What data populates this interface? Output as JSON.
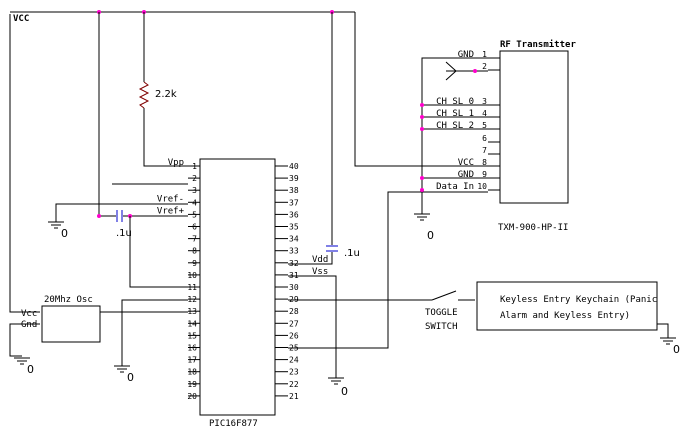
{
  "colors": {
    "wire": "#000000",
    "junction": "#ff00cc",
    "resistor": "#800000",
    "capacitor": "#0000cc"
  },
  "net_vcc": "VCC",
  "gnd_label": "0",
  "resistor": {
    "value": "2.2k"
  },
  "cap_left": {
    "value": ".1u"
  },
  "cap_right": {
    "value": ".1u"
  },
  "pic": {
    "name": "PIC16F877",
    "left_pins": [
      {
        "num": "1",
        "label": "Vpp"
      },
      {
        "num": "2",
        "label": ""
      },
      {
        "num": "3",
        "label": ""
      },
      {
        "num": "4",
        "label": "Vref-"
      },
      {
        "num": "5",
        "label": "Vref+"
      },
      {
        "num": "6",
        "label": ""
      },
      {
        "num": "7",
        "label": ""
      },
      {
        "num": "8",
        "label": ""
      },
      {
        "num": "9",
        "label": ""
      },
      {
        "num": "10",
        "label": ""
      },
      {
        "num": "11",
        "label": ""
      },
      {
        "num": "12",
        "label": ""
      },
      {
        "num": "13",
        "label": ""
      },
      {
        "num": "14",
        "label": ""
      },
      {
        "num": "15",
        "label": ""
      },
      {
        "num": "16",
        "label": ""
      },
      {
        "num": "17",
        "label": ""
      },
      {
        "num": "18",
        "label": ""
      },
      {
        "num": "19",
        "label": ""
      },
      {
        "num": "20",
        "label": ""
      }
    ],
    "right_pins": [
      {
        "num": "40",
        "label": ""
      },
      {
        "num": "39",
        "label": ""
      },
      {
        "num": "38",
        "label": ""
      },
      {
        "num": "37",
        "label": ""
      },
      {
        "num": "36",
        "label": ""
      },
      {
        "num": "35",
        "label": ""
      },
      {
        "num": "34",
        "label": ""
      },
      {
        "num": "33",
        "label": ""
      },
      {
        "num": "32",
        "label": "Vdd"
      },
      {
        "num": "31",
        "label": "Vss"
      },
      {
        "num": "30",
        "label": ""
      },
      {
        "num": "29",
        "label": ""
      },
      {
        "num": "28",
        "label": ""
      },
      {
        "num": "27",
        "label": ""
      },
      {
        "num": "26",
        "label": ""
      },
      {
        "num": "25",
        "label": ""
      },
      {
        "num": "24",
        "label": ""
      },
      {
        "num": "23",
        "label": ""
      },
      {
        "num": "22",
        "label": ""
      },
      {
        "num": "21",
        "label": ""
      }
    ]
  },
  "osc": {
    "title": "20Mhz Osc",
    "pin_vcc": "Vcc",
    "pin_gnd": "Gnd"
  },
  "rf": {
    "title": "RF Transmitter",
    "part": "TXM-900-HP-II",
    "pins": [
      {
        "num": "1",
        "label": "GND"
      },
      {
        "num": "2",
        "label": ""
      },
      {
        "num": "3",
        "label": "CH SL 0"
      },
      {
        "num": "4",
        "label": "CH SL 1"
      },
      {
        "num": "5",
        "label": "CH SL 2"
      },
      {
        "num": "6",
        "label": ""
      },
      {
        "num": "7",
        "label": ""
      },
      {
        "num": "8",
        "label": "VCC"
      },
      {
        "num": "9",
        "label": "GND"
      },
      {
        "num": "10",
        "label": "Data In"
      }
    ]
  },
  "switch": {
    "line1": "TOGGLE",
    "line2": "SWITCH"
  },
  "keychain": {
    "line1": "Keyless Entry Keychain (Panic",
    "line2": "Alarm and Keyless Entry)"
  }
}
